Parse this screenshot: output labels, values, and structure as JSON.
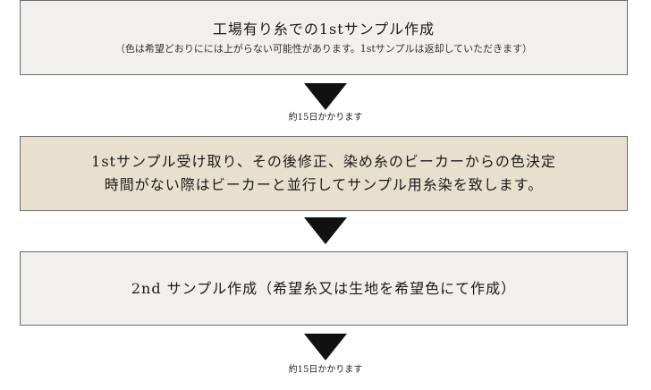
{
  "steps": [
    {
      "title": "工場有り糸での1stサンプル作成",
      "note": "（色は希望どおりにには上がらない可能性があります。1stサンプルは返却していただきます）"
    },
    {
      "lines": [
        "1stサンプル受け取り、その後修正、染め糸のビーカーからの色決定",
        "時間がない際はビーカーと並行してサンプル用糸染を致します。"
      ]
    },
    {
      "title": "2nd サンプル作成（希望糸又は生地を希望色にて作成）"
    }
  ],
  "connectors": [
    {
      "caption": "約15日かかります"
    },
    {
      "caption": ""
    },
    {
      "caption": "約15日かかります"
    }
  ],
  "colors": {
    "box_default": "#f2efef",
    "box_highlight": "#e8e0cf",
    "border": "#6b6b6b",
    "arrow": "#111111"
  }
}
